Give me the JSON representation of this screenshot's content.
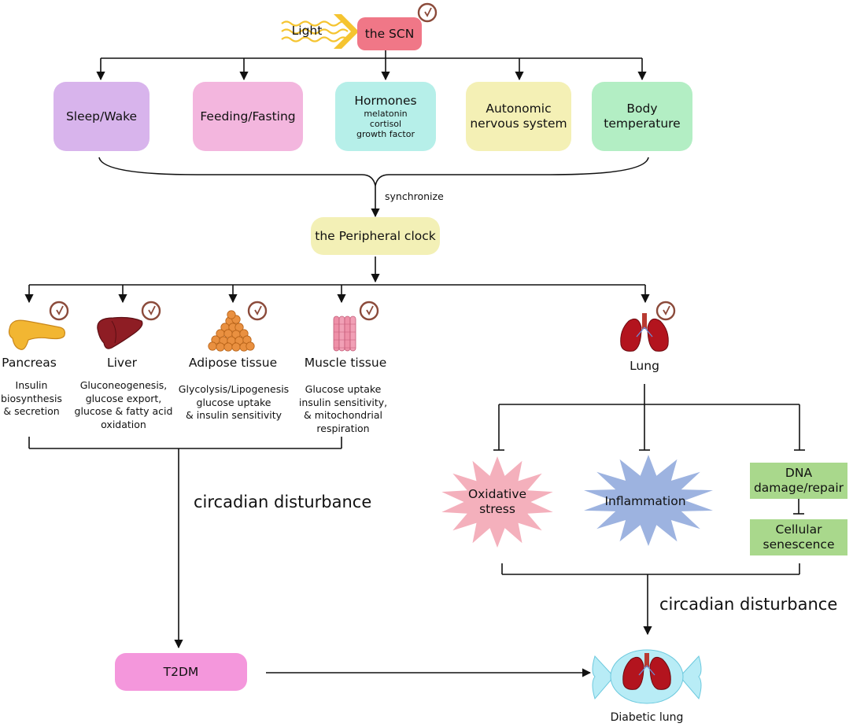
{
  "colors": {
    "scn": "#f07787",
    "sleep": "#d8b4ec",
    "feeding": "#f3b6de",
    "hormones": "#b6efe9",
    "autonomic": "#f4f0b5",
    "body_temp": "#b3eec4",
    "peripheral": "#f3f0b6",
    "t2dm": "#f497dc",
    "green_box": "#a9d88c",
    "oxidative": "#f4b0bc",
    "inflammation": "#9db3e0",
    "light_wave": "#f5c430",
    "clock": "#8b4a3a"
  },
  "top": {
    "light": "Light",
    "scn": "the SCN"
  },
  "outputs": {
    "sleep_wake": "Sleep/Wake",
    "feeding_fasting": "Feeding/Fasting",
    "hormones_title": "Hormones",
    "hormones_items": [
      "melatonin",
      "cortisol",
      "growth factor"
    ],
    "autonomic": [
      "Autonomic",
      "nervous system"
    ],
    "body_temperature": [
      "Body",
      "temperature"
    ]
  },
  "synchronize": "synchronize",
  "peripheral_clock": "the Peripheral clock",
  "tissues": {
    "pancreas": {
      "name": "Pancreas",
      "desc": "Insulin\nbiosynthesis\n& secretion"
    },
    "liver": {
      "name": "Liver",
      "desc": "Gluconeogenesis,\nglucose export,\nglucose & fatty acid\noxidation"
    },
    "adipose": {
      "name": "Adipose tissue",
      "desc": "Glycolysis/Lipogenesis\nglucose uptake\n& insulin sensitivity"
    },
    "muscle": {
      "name": "Muscle tissue",
      "desc": "Glucose uptake\ninsulin sensitivity,\n& mitochondrial\nrespiration"
    },
    "lung": {
      "name": "Lung"
    }
  },
  "circadian_left": "circadian disturbance",
  "circadian_right": "circadian disturbance",
  "lung_effects": {
    "oxidative": [
      "Oxidative",
      "stress"
    ],
    "inflammation": "Inflammation",
    "dna": [
      "DNA",
      "damage/repair"
    ],
    "senescence": [
      "Cellular",
      "senescence"
    ]
  },
  "t2dm": "T2DM",
  "diabetic_lung": "Diabetic lung"
}
